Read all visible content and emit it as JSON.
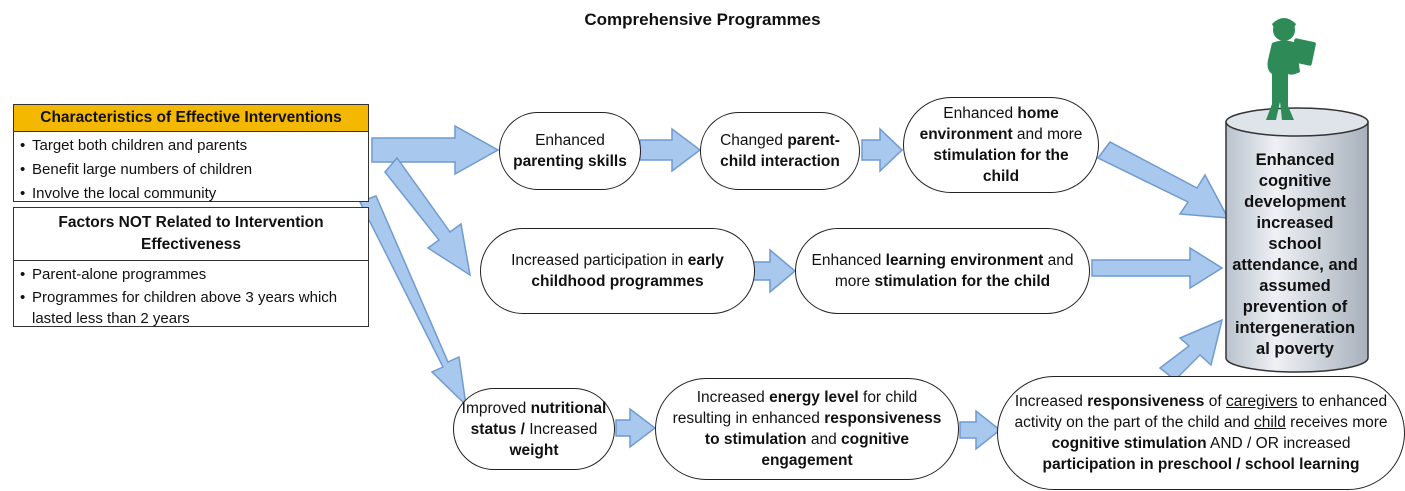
{
  "title": "Comprehensive Programmes",
  "characteristics": {
    "heading": "Characteristics of Effective Interventions",
    "items": [
      "Target both children and parents",
      "Benefit large numbers of children",
      "Involve the local community"
    ]
  },
  "factors": {
    "heading": "Factors NOT Related to Intervention Effectiveness",
    "items": [
      "Parent-alone programmes",
      "Programmes for children above 3 years  which lasted less than 2 years"
    ]
  },
  "nodes": {
    "parenting": {
      "t1": "Enhanced ",
      "b1": "parenting skills"
    },
    "interaction": {
      "t1": "Changed ",
      "b1": "parent-child interaction"
    },
    "home": {
      "t1": "Enhanced ",
      "b1": "home environment",
      "t2": " and more ",
      "b2": "stimulation for the child"
    },
    "participation": {
      "t1": "Increased participation in ",
      "b1": "early childhood programmes"
    },
    "learning": {
      "t1": "Enhanced ",
      "b1": "learning  environment",
      "t2": " and more ",
      "b2": "stimulation for the child"
    },
    "nutrition": {
      "t1": "Improved ",
      "b1": "nutritional status /",
      "t2": " ",
      "b2": "Increased ",
      "b3": "weight"
    },
    "energy": {
      "t1": "Increased ",
      "b1": "energy level",
      "t2": " for child resulting in enhanced ",
      "b2": "responsiveness to stimulation",
      "t3": " and ",
      "b3": "cognitive engagement"
    },
    "responsiveness": {
      "t1": "Increased ",
      "b1": "responsiveness",
      "t2": " of ",
      "u1": "caregivers",
      "t3": " to enhanced activity on the part of the child and ",
      "u2": "child",
      "t4": " receives more ",
      "b2": "cognitive stimulation",
      "t5": " AND / OR increased ",
      "b3": "participation in preschool / school learning"
    }
  },
  "outcome": "Enhanced cognitive development increased school attendance, and assumed prevention of intergeneration al poverty",
  "colors": {
    "arrow_fill": "#a9c8ee",
    "arrow_stroke": "#6f9bd0",
    "heading_bg": "#f5b800",
    "cylinder_fill": "#d5dbe3",
    "figure": "#2e8b57"
  },
  "icons": {
    "figure": "child-reading-book-silhouette"
  }
}
